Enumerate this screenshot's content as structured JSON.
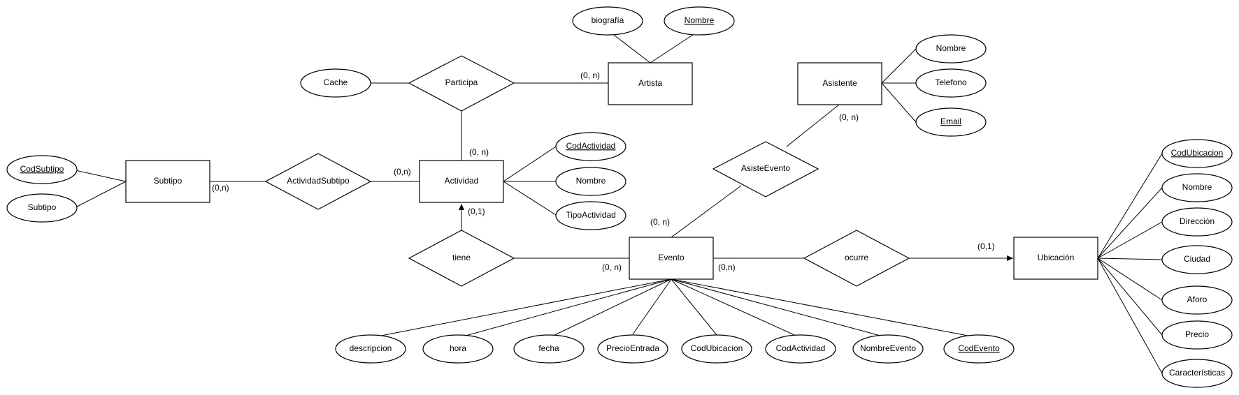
{
  "entities": {
    "subtipo": "Subtipo",
    "actividad": "Actividad",
    "artista": "Artista",
    "asistente": "Asistente",
    "evento": "Evento",
    "ubicacion": "Ubicación"
  },
  "relationships": {
    "actividad_subtipo": "ActividadSubtipo",
    "participa": "Participa",
    "tiene": "tiene",
    "asiste_evento": "AsisteEvento",
    "ocurre": "ocurre"
  },
  "attributes": {
    "subtipo": {
      "cod_subtipo": "CodSubtipo",
      "subtipo": "Subtipo"
    },
    "participa": {
      "cache": "Cache"
    },
    "artista": {
      "biografia": "biografía",
      "nombre": "Nombre"
    },
    "actividad": {
      "cod_actividad": "CodActividad",
      "nombre": "Nombre",
      "tipo_actividad": "TipoActividad"
    },
    "asistente": {
      "nombre": "Nombre",
      "telefono": "Telefono",
      "email": "Email"
    },
    "ubicacion": {
      "cod_ubicacion": "CodUbicacion",
      "nombre": "Nombre",
      "direccion": "Dirección",
      "ciudad": "Ciudad",
      "aforo": "Aforo",
      "precio": "Precio",
      "caracteristicas": "Características"
    },
    "evento": {
      "descripcion": "descripcion",
      "hora": "hora",
      "fecha": "fecha",
      "precio_entrada": "PrecioEntrada",
      "cod_ubicacion": "CodUbicacion",
      "cod_actividad": "CodActividad",
      "nombre_evento": "NombreEvento",
      "cod_evento": "CodEvento"
    }
  },
  "cardinalities": {
    "subtipo_actividadsubtipo": "(0,n)",
    "actividad_actividadsubtipo": "(0,n)",
    "actividad_participa": "(0, n)",
    "artista_participa": "(0, n)",
    "actividad_tiene": "(0,1)",
    "evento_tiene": "(0, n)",
    "evento_asisteevento": "(0, n)",
    "asistente_asisteevento": "(0, n)",
    "evento_ocurre": "(0,n)",
    "ubicacion_ocurre": "(0,1)"
  }
}
